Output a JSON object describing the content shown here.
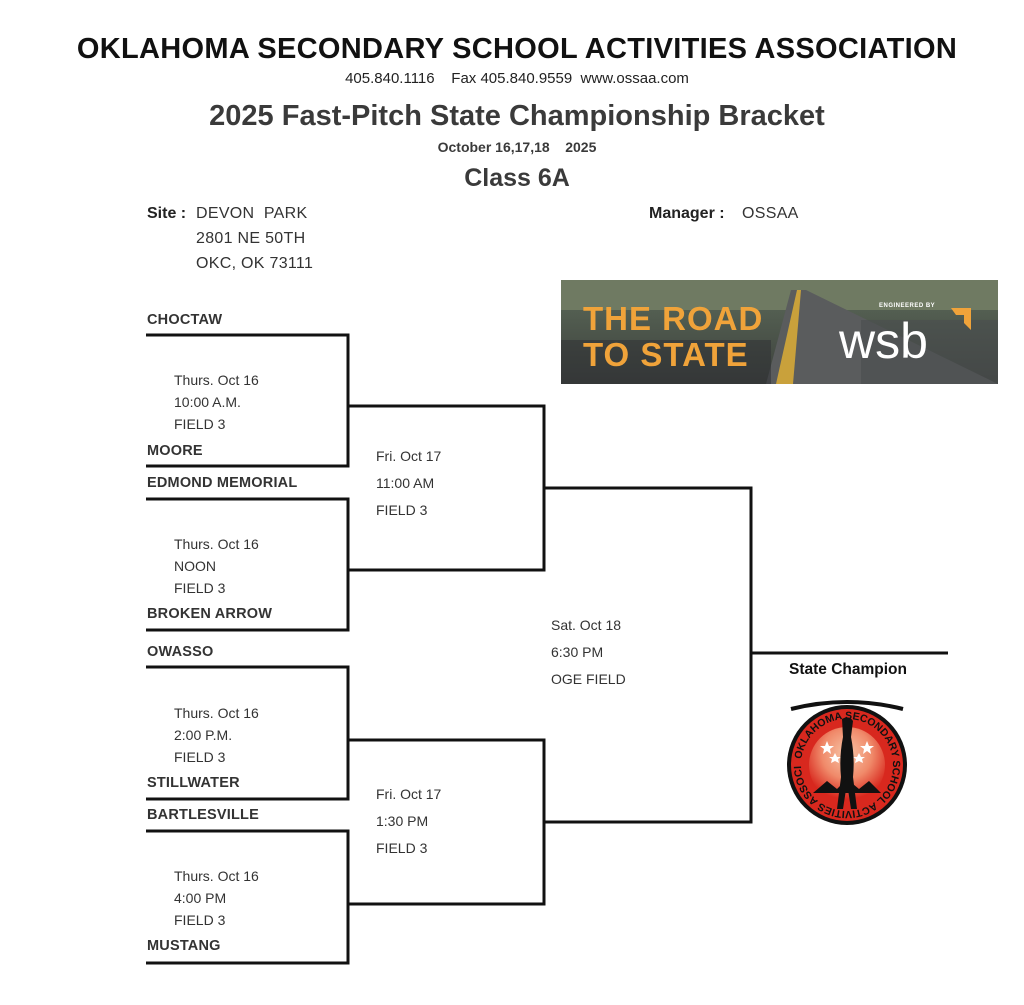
{
  "header": {
    "organization": "OKLAHOMA SECONDARY SCHOOL ACTIVITIES ASSOCIATION",
    "contact": "405.840.1116    Fax 405.840.9559  www.ossaa.com",
    "title": "2025 Fast-Pitch State Championship Bracket",
    "dates": "October 16,17,18    2025",
    "class": "Class 6A"
  },
  "site": {
    "label": "Site :",
    "name": "DEVON  PARK",
    "street": "2801 NE 50TH",
    "city": "OKC, OK 73111"
  },
  "manager": {
    "label": "Manager :",
    "value": "OSSAA"
  },
  "banner": {
    "line1": "THE ROAD",
    "line2": "TO STATE",
    "sponsor_tag": "ENGINEERED BY",
    "sponsor": "wsb"
  },
  "teams": [
    "CHOCTAW",
    "MOORE",
    "EDMOND MEMORIAL",
    "BROKEN ARROW",
    "OWASSO",
    "STILLWATER",
    "BARTLESVILLE",
    "MUSTANG"
  ],
  "round1": [
    {
      "day": "Thurs. Oct 16",
      "time": "10:00 A.M.",
      "field": "FIELD 3"
    },
    {
      "day": "Thurs. Oct 16",
      "time": "NOON",
      "field": "FIELD 3"
    },
    {
      "day": "Thurs. Oct 16",
      "time": "2:00 P.M.",
      "field": "FIELD 3"
    },
    {
      "day": "Thurs. Oct 16",
      "time": "4:00 PM",
      "field": "FIELD 3"
    }
  ],
  "semis": [
    {
      "day": "Fri. Oct 17",
      "time": "11:00 AM",
      "field": "FIELD 3"
    },
    {
      "day": "Fri. Oct 17",
      "time": "1:30 PM",
      "field": "FIELD 3"
    }
  ],
  "final": {
    "day": "Sat. Oct 18",
    "time": "6:30 PM",
    "field": "OGE FIELD"
  },
  "champion_label": "State Champion",
  "logo": {
    "text": "OKLAHOMA SECONDARY SCHOOL ACTIVITIES ASSOCIATION"
  }
}
